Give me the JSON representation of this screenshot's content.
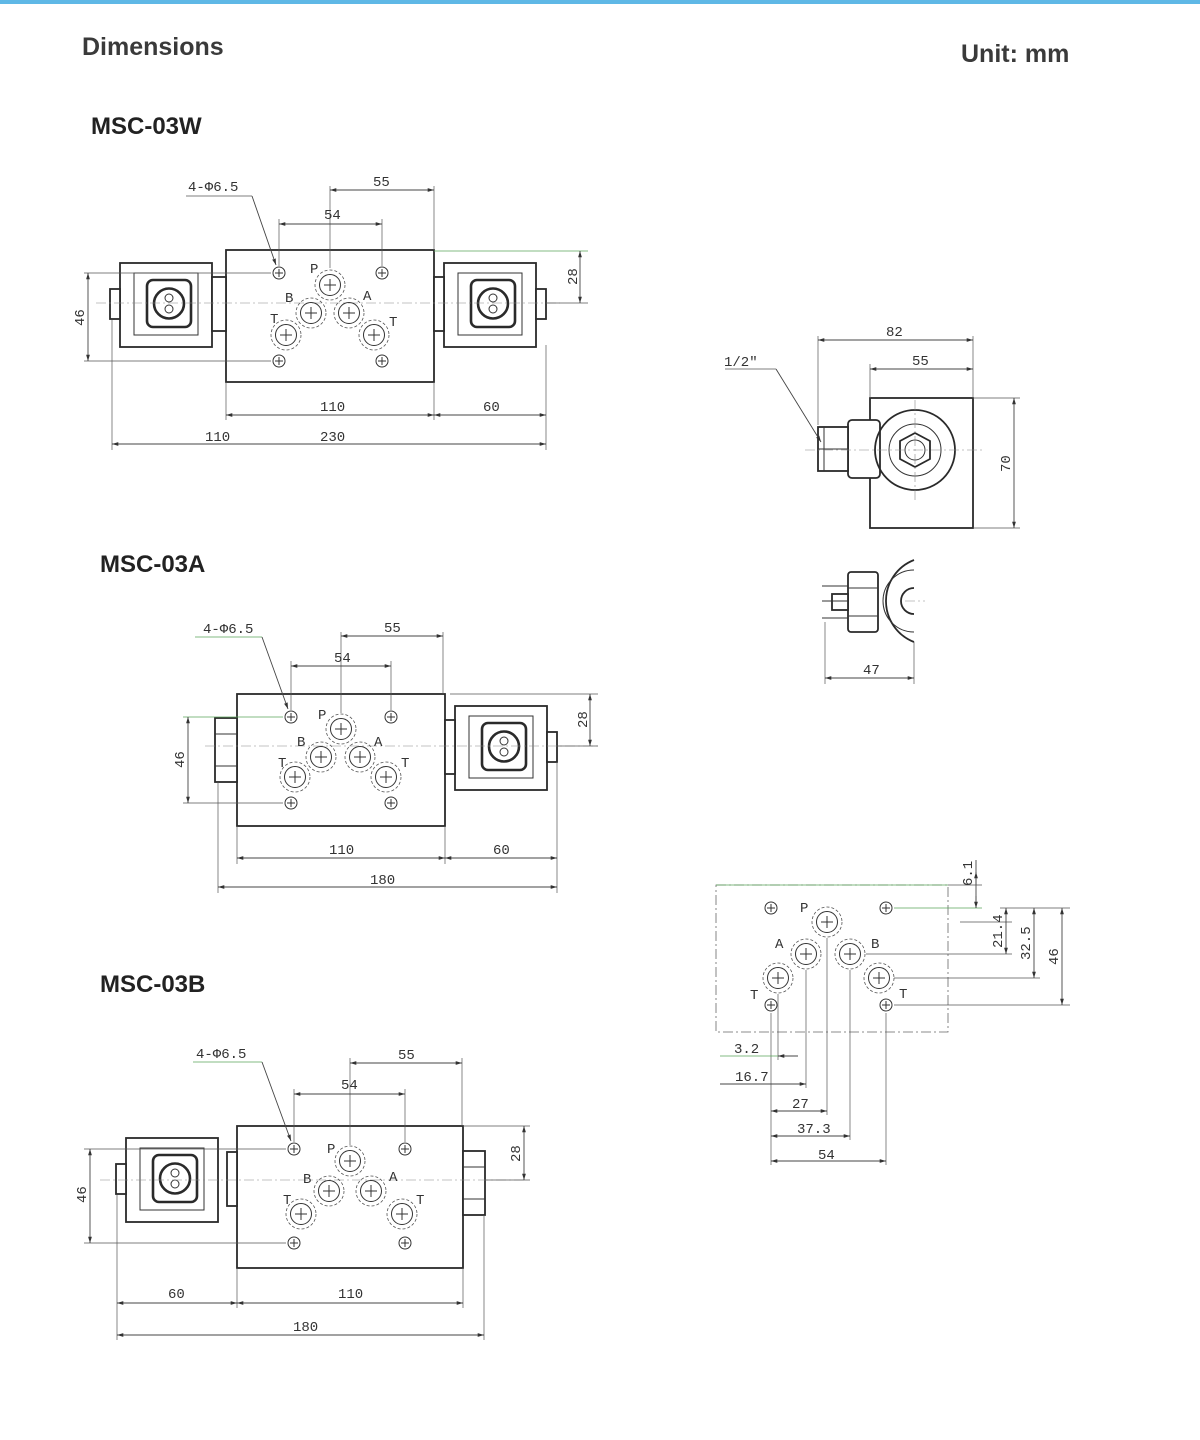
{
  "header": {
    "title": "Dimensions",
    "unit": "Unit: mm"
  },
  "models": {
    "w": "MSC-03W",
    "a": "MSC-03A",
    "b": "MSC-03B"
  },
  "ports": {
    "p": "P",
    "a": "A",
    "b": "B",
    "t": "T"
  },
  "labels": {
    "holes": "4-Φ6.5",
    "thread": "1/2\""
  },
  "dims": {
    "d55": "55",
    "d54": "54",
    "d28": "28",
    "d46": "46",
    "d110": "110",
    "d60": "60",
    "d230": "230",
    "d180": "180",
    "d82": "82",
    "d70": "70",
    "d47": "47",
    "d6_1": "6.1",
    "d21_4": "21.4",
    "d32_5": "32.5",
    "d3_2": "3.2",
    "d16_7": "16.7",
    "d27": "27",
    "d37_3": "37.3"
  },
  "colors": {
    "line": "#2a2a2a",
    "accent_bar": "#5fb8e6",
    "extension_green": "#5aa55a"
  }
}
